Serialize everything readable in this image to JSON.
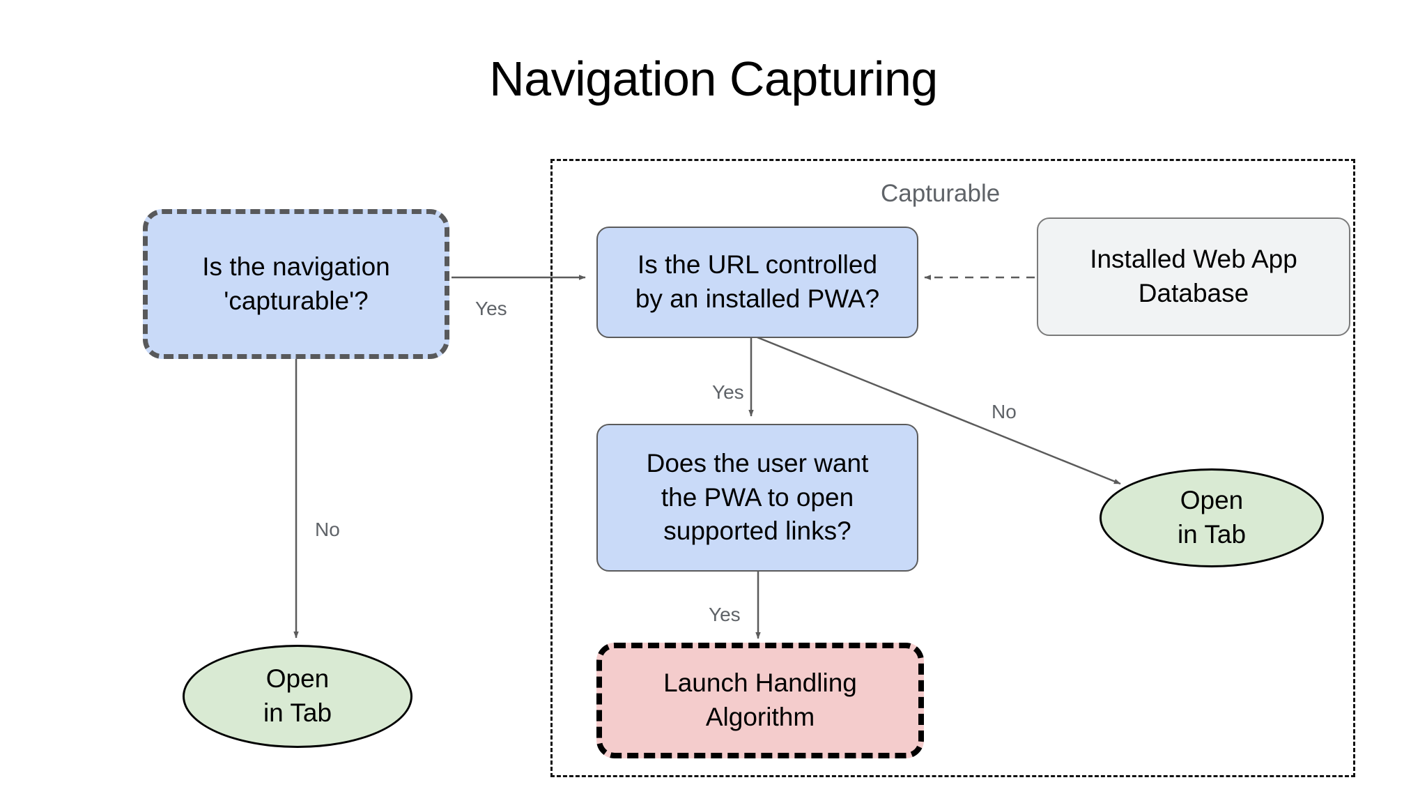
{
  "diagram": {
    "title": "Navigation Capturing",
    "group": {
      "label": "Capturable"
    },
    "nodes": {
      "is_navigation_capturable": {
        "label": "Is the navigation\n'capturable'?",
        "shape": "rounded-rect-dashed",
        "fill": "#c9daf8",
        "stroke": "#58595b"
      },
      "is_url_controlled": {
        "label": "Is the URL controlled\nby an installed PWA?",
        "shape": "rounded-rect",
        "fill": "#c9daf8",
        "stroke": "#5b5b5b"
      },
      "installed_web_app_database": {
        "label": "Installed Web App\nDatabase",
        "shape": "rounded-rect",
        "fill": "#f1f3f4",
        "stroke": "#7a7a7a"
      },
      "does_user_want_pwa": {
        "label": "Does the user want\nthe PWA to open\nsupported links?",
        "shape": "rounded-rect",
        "fill": "#c9daf8",
        "stroke": "#5b5b5b"
      },
      "launch_handling_algorithm": {
        "label": "Launch Handling\nAlgorithm",
        "shape": "rounded-rect-dashed",
        "fill": "#f4cccc",
        "stroke": "#000000"
      },
      "open_in_tab_left": {
        "label": "Open\nin Tab",
        "shape": "ellipse",
        "fill": "#d9ead3",
        "stroke": "#000000"
      },
      "open_in_tab_right": {
        "label": "Open\nin Tab",
        "shape": "ellipse",
        "fill": "#d9ead3",
        "stroke": "#000000"
      }
    },
    "edges": {
      "capturable_yes": "Yes",
      "capturable_no": "No",
      "url_controlled_yes": "Yes",
      "url_controlled_no": "No",
      "user_want_yes": "Yes"
    }
  }
}
